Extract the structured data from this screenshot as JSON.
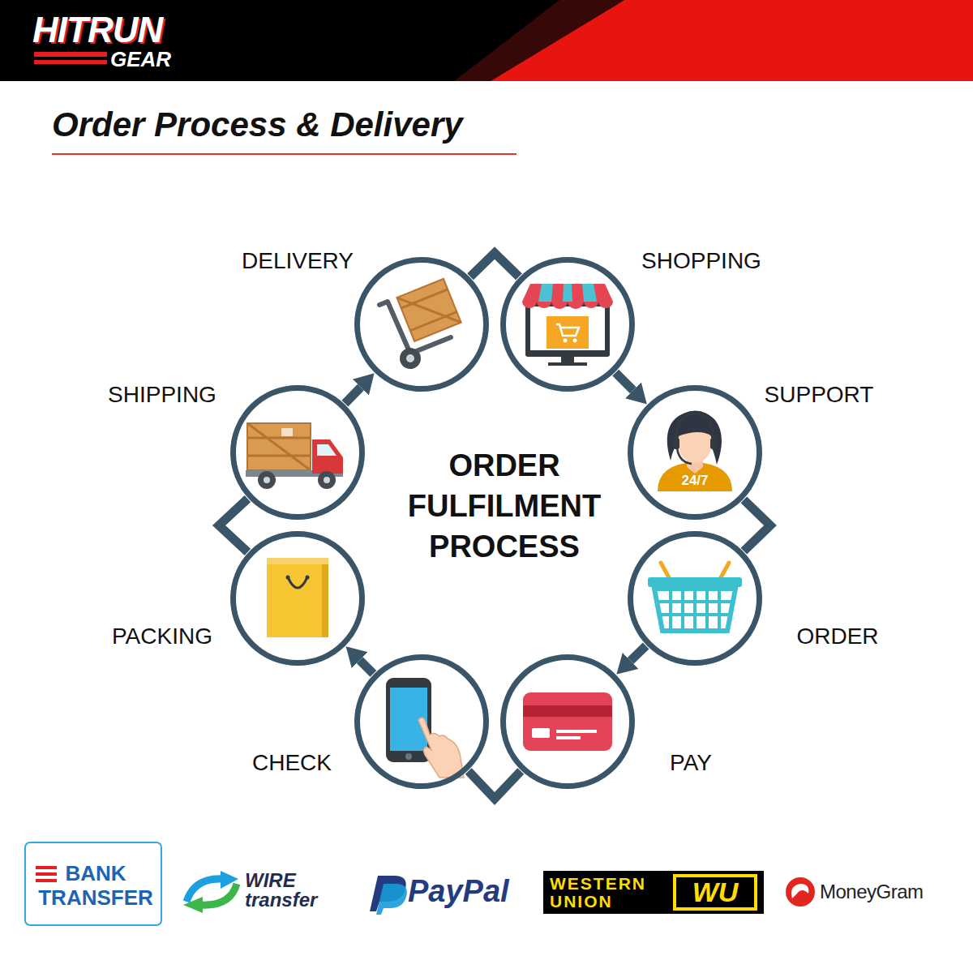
{
  "diagram": {
    "title": "Order Process & Delivery",
    "nodes": [
      {
        "text": [
          "SHOPPING"
        ]
      },
      {
        "text": [
          "SUPPORT"
        ]
      },
      {
        "text": [
          "ORDER"
        ]
      },
      {
        "text": [
          "PAY"
        ]
      },
      {
        "text": [
          "CHECK"
        ]
      },
      {
        "text": [
          "PACKING"
        ]
      },
      {
        "text": [
          "SHIPPING"
        ]
      },
      {
        "text": [
          "DELIVERY"
        ]
      }
    ],
    "edges": [
      {
        "from": 0,
        "to": 1,
        "arrow": "to"
      },
      {
        "from": 1,
        "to": 2,
        "arrow": "none"
      },
      {
        "from": 2,
        "to": 3,
        "arrow": "to"
      },
      {
        "from": 3,
        "to": 4,
        "arrow": "none"
      },
      {
        "from": 4,
        "to": 5,
        "arrow": "to"
      },
      {
        "from": 5,
        "to": 6,
        "arrow": "none"
      },
      {
        "from": 6,
        "to": 7,
        "arrow": "to"
      },
      {
        "from": 7,
        "to": 0,
        "arrow": "none"
      }
    ],
    "labels": [
      "HITRUN",
      "GEAR",
      "ORDER FULFILMENT PROCESS",
      "24/7",
      "BANK TRANSFER",
      "WIRE transfer",
      "PayPal",
      "WESTERN UNION",
      "WU",
      "MoneyGram"
    ]
  }
}
